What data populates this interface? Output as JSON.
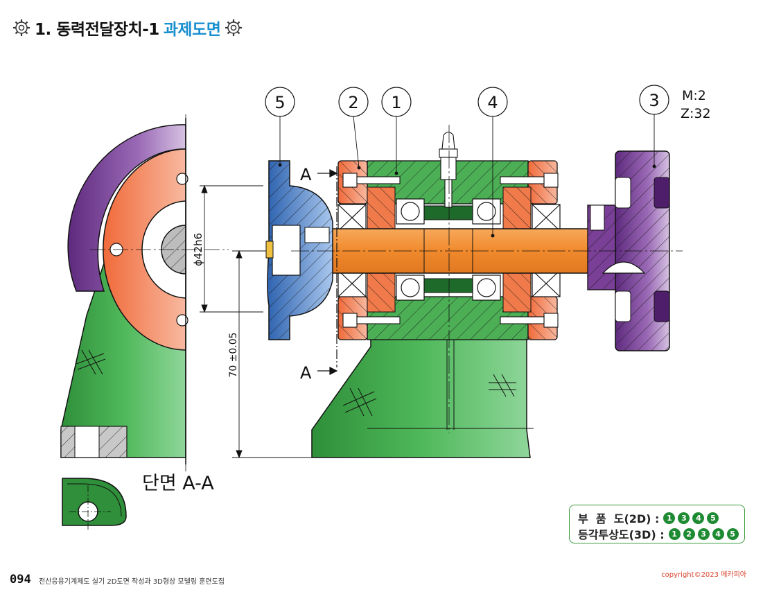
{
  "header": {
    "title_main": "1. 동력전달장치-1",
    "title_accent": "과제도면"
  },
  "callouts": [
    "5",
    "2",
    "1",
    "4",
    "3"
  ],
  "gear_spec": {
    "module": "M:2",
    "teeth": "Z:32"
  },
  "section": {
    "arrow_label": "A",
    "title": "단면 A-A"
  },
  "dimensions": {
    "diameter": "ϕ42h6",
    "height": "70 ±0.05"
  },
  "legend": {
    "row1_label": "부  품  도(2D) :",
    "row1_parts": [
      "1",
      "3",
      "4",
      "5"
    ],
    "row2_label": "등각투상도(3D) :",
    "row2_parts": [
      "1",
      "2",
      "3",
      "4",
      "5"
    ]
  },
  "footer": {
    "page_number": "094",
    "book_title": "전산응용기계제도 실기 2D도면 작성과 3D형상 모델링 훈련도집",
    "copyright": "copyright©2023 메카피아"
  },
  "colors": {
    "body_green": "#3ea34a",
    "shaft_orange": "#f08a2c",
    "cover_blue": "#3a74c2",
    "gear_purple": "#7a3f96",
    "bearing_salmon": "#f07a4a",
    "title_accent": "#1a8fd0",
    "legend_green": "#1e8a32"
  }
}
